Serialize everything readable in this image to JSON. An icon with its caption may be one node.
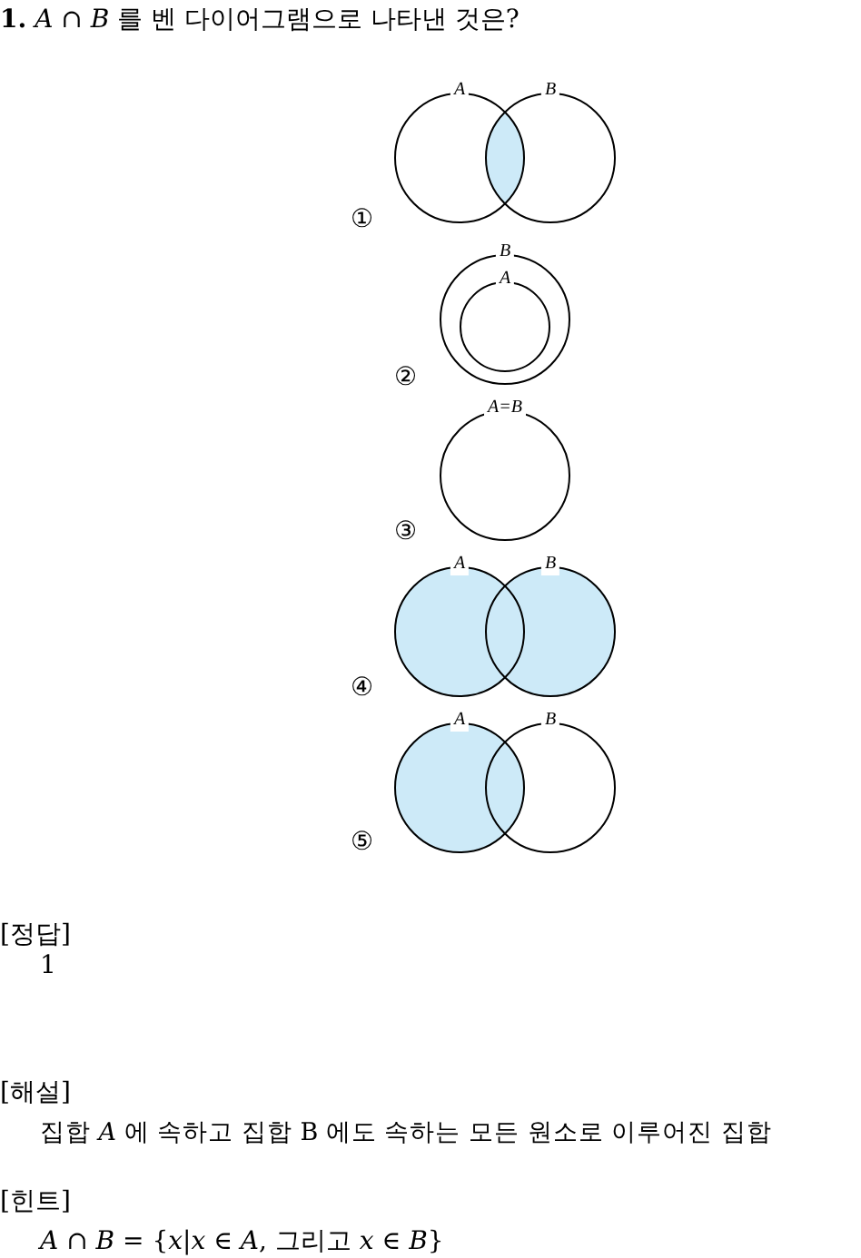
{
  "diagram": {
    "title": "**1.** *A* ∩ *B* 를 벤 다이어그램으로 나타낸 것은?",
    "nodes": [
      {
        "text": [
          "A"
        ]
      },
      {
        "text": [
          "B"
        ]
      },
      {
        "text": [
          "B"
        ]
      },
      {
        "text": [
          "A"
        ],
        "in": 2
      },
      {
        "text": [
          "A=B"
        ]
      },
      {
        "text": [
          "A"
        ]
      },
      {
        "text": [
          "B"
        ]
      },
      {
        "text": [
          "A"
        ]
      },
      {
        "text": [
          "B"
        ]
      }
    ],
    "labels": [
      "①",
      "②",
      "③",
      "④",
      "⑤",
      "[정답]",
      "1",
      "[해설]",
      "집합 *A* 에 속하고 집합 B 에도 속하는 모든 원소로 이루어진 집합",
      "[힌트]",
      "*A* ∩ *B* = {*x*|*x* ∈ *A*, 그리고 *x* ∈ *B*}"
    ]
  }
}
